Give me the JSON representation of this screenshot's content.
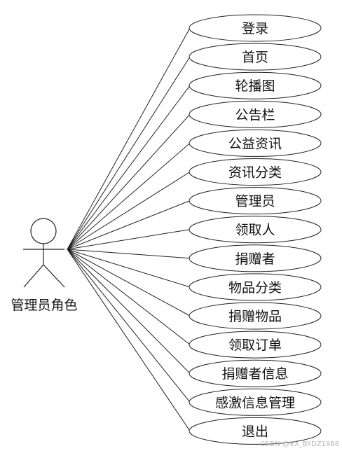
{
  "actor": {
    "label": "管理员角色",
    "icon": "stick-figure-actor-icon"
  },
  "use_cases": [
    "登录",
    "首页",
    "轮播图",
    "公告栏",
    "公益资讯",
    "资讯分类",
    "管理员",
    "领取人",
    "捐赠者",
    "物品分类",
    "捐赠物品",
    "领取订单",
    "捐赠者信息",
    "感激信息管理",
    "退出"
  ],
  "watermark": "CSDN @VX_BYDZ1988",
  "colors": {
    "stroke": "#222222",
    "fill": "#ffffff",
    "text": "#111111"
  }
}
